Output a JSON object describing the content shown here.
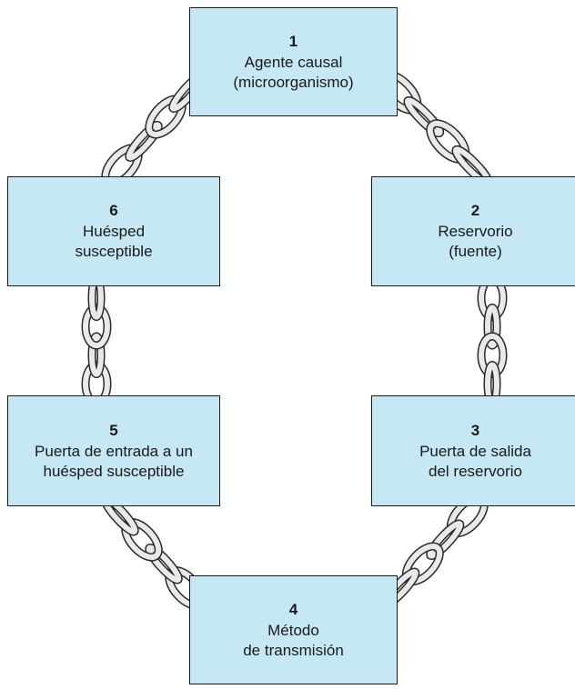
{
  "diagram": {
    "nodes": [
      {
        "number": "1",
        "line1": "Agente causal",
        "line2": "(microorganismo)"
      },
      {
        "number": "2",
        "line1": "Reservorio",
        "line2": "(fuente)"
      },
      {
        "number": "3",
        "line1": "Puerta de salida",
        "line2": "del reservorio"
      },
      {
        "number": "4",
        "line1": "Método",
        "line2": "de transmisión"
      },
      {
        "number": "5",
        "line1": "Puerta de entrada a un",
        "line2": "huésped susceptible"
      },
      {
        "number": "6",
        "line1": "Huésped",
        "line2": "susceptible"
      }
    ],
    "connections": [
      {
        "from": "1",
        "to": "2"
      },
      {
        "from": "2",
        "to": "3"
      },
      {
        "from": "3",
        "to": "4"
      },
      {
        "from": "4",
        "to": "5"
      },
      {
        "from": "5",
        "to": "6"
      },
      {
        "from": "6",
        "to": "1"
      }
    ],
    "connector_style": "chain-links",
    "colors": {
      "box_fill": "#c6e7f4",
      "box_border": "#1a1a1a",
      "chain": "#2a2a2a"
    }
  }
}
